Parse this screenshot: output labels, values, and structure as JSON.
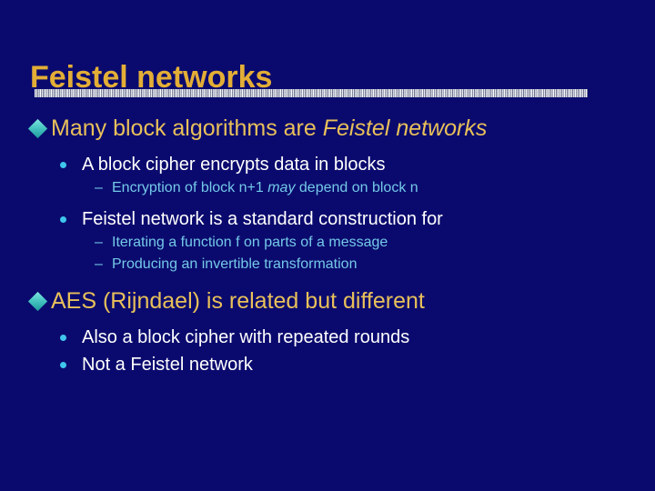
{
  "slide": {
    "title": "Feistel networks",
    "colors": {
      "background": "#0a0a6e",
      "title": "#e3ae36",
      "level1_text": "#e8c05a",
      "level2_text": "#ffffff",
      "level3_text": "#74c9e8",
      "diamond_marker": "#45c3c0",
      "dot_marker": "#3fc6ec",
      "divider": "#c9cbd4"
    },
    "markers": {
      "level1": "diamond-bullet",
      "level2": "round-bullet",
      "level3": "en-dash"
    },
    "bullets": [
      {
        "level": 1,
        "text_plain": "Many block algorithms are Feistel networks",
        "text_normal": "Many block algorithms are ",
        "text_italic": "Feistel networks"
      },
      {
        "level": 2,
        "text_plain": "A block cipher encrypts data in blocks"
      },
      {
        "level": 3,
        "text_plain": "Encryption of block n+1 may  depend on block n",
        "pre_italic": "Encryption of block n+1 ",
        "text_italic": "may",
        "post_italic": "  depend on block n"
      },
      {
        "level": 2,
        "text_plain": "Feistel network is a standard construction for"
      },
      {
        "level": 3,
        "text_plain": "Iterating a function f on parts of a message"
      },
      {
        "level": 3,
        "text_plain": "Producing an invertible transformation"
      },
      {
        "level": 1,
        "text_plain": "AES (Rijndael) is related but different"
      },
      {
        "level": 2,
        "text_plain": "Also a block cipher with repeated rounds"
      },
      {
        "level": 2,
        "text_plain": "Not a Feistel network"
      }
    ],
    "en_dash": "–"
  }
}
